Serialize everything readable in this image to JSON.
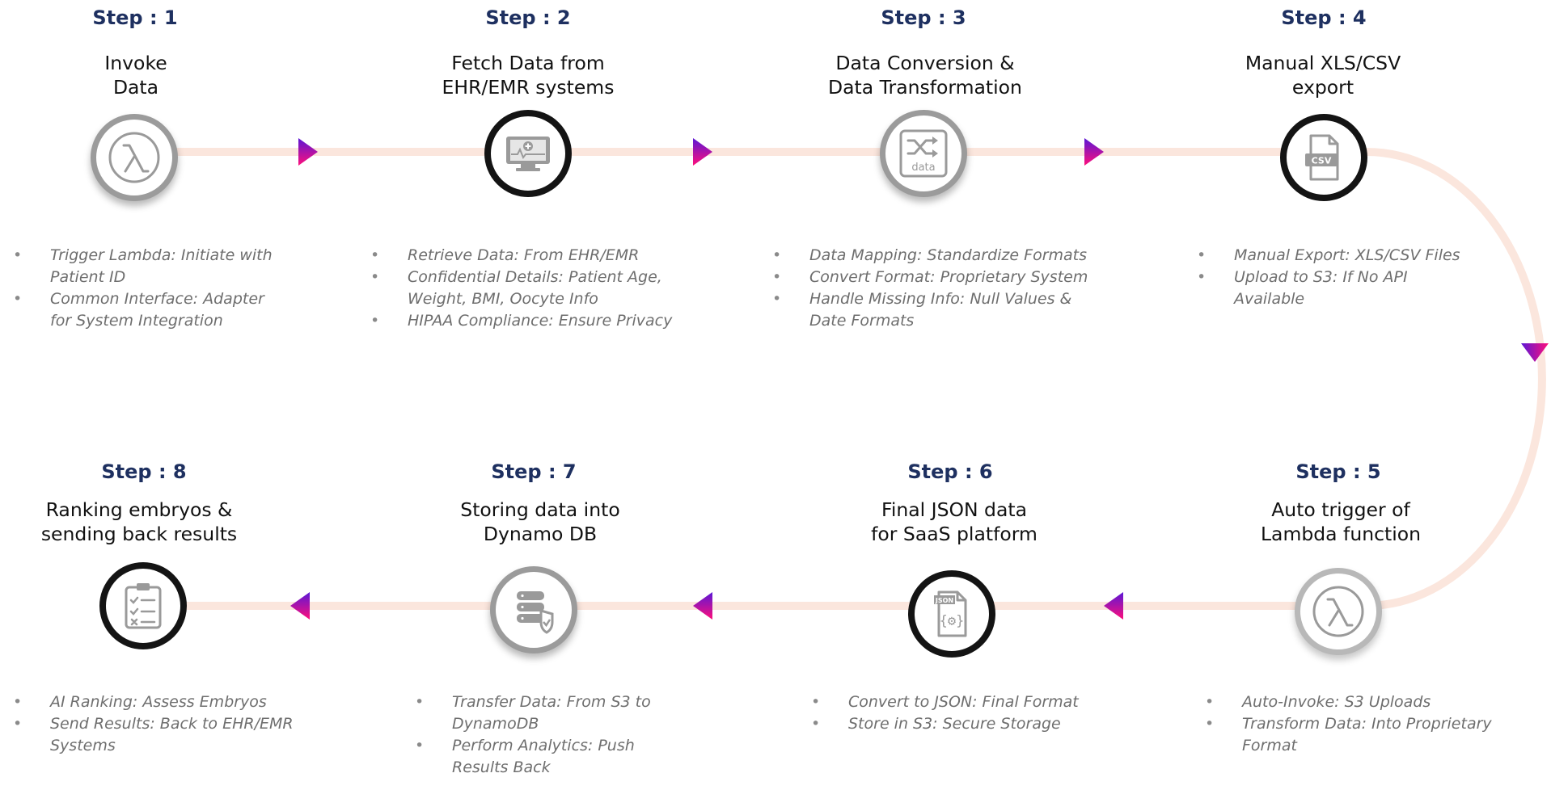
{
  "diagram": {
    "colors": {
      "connector": "#fbe6dd",
      "arrow_start": "#5a17d6",
      "arrow_end": "#ff0f7b",
      "step_number": "#1e3060",
      "title": "#111111",
      "bullet_text": "#6e6e6e"
    },
    "steps": [
      {
        "number": "Step : 1",
        "title": "Invoke\nData",
        "icon": "lambda-icon",
        "ring": "grey",
        "bullets": [
          "Trigger Lambda: Initiate with\nPatient ID",
          "Common Interface: Adapter\nfor System Integration"
        ]
      },
      {
        "number": "Step : 2",
        "title": "Fetch Data from\nEHR/EMR systems",
        "icon": "monitor-medical-icon",
        "ring": "dark",
        "bullets": [
          "Retrieve Data: From EHR/EMR",
          "Confidential Details: Patient Age,\nWeight, BMI, Oocyte Info",
          "HIPAA Compliance: Ensure Privacy"
        ]
      },
      {
        "number": "Step : 3",
        "title": "Data Conversion &\nData Transformation",
        "icon": "data-shuffle-icon",
        "ring": "grey",
        "bullets": [
          "Data Mapping: Standardize Formats",
          "Convert Format: Proprietary System",
          "Handle Missing Info: Null Values &\nDate Formats"
        ]
      },
      {
        "number": "Step : 4",
        "title": "Manual XLS/CSV\nexport",
        "icon": "csv-file-icon",
        "ring": "dark",
        "bullets": [
          "Manual Export: XLS/CSV Files",
          "Upload to S3: If No API\nAvailable"
        ]
      },
      {
        "number": "Step : 5",
        "title": "Auto trigger of\nLambda function",
        "icon": "lambda-icon",
        "ring": "light",
        "bullets": [
          "Auto-Invoke: S3 Uploads",
          "Transform Data: Into Proprietary\nFormat"
        ]
      },
      {
        "number": "Step : 6",
        "title": "Final JSON data\nfor SaaS platform",
        "icon": "json-file-icon",
        "ring": "dark",
        "bullets": [
          "Convert to JSON: Final Format",
          "Store in S3: Secure Storage"
        ]
      },
      {
        "number": "Step : 7",
        "title": "Storing data into\nDynamo DB",
        "icon": "database-shield-icon",
        "ring": "grey",
        "bullets": [
          "Transfer Data: From S3 to\nDynamoDB",
          "Perform Analytics: Push\nResults Back"
        ]
      },
      {
        "number": "Step : 8",
        "title": "Ranking embryos &\nsending back results",
        "icon": "clipboard-checklist-icon",
        "ring": "dark",
        "bullets": [
          "AI Ranking: Assess Embryos",
          "Send Results: Back to EHR/EMR\nSystems"
        ]
      }
    ]
  }
}
